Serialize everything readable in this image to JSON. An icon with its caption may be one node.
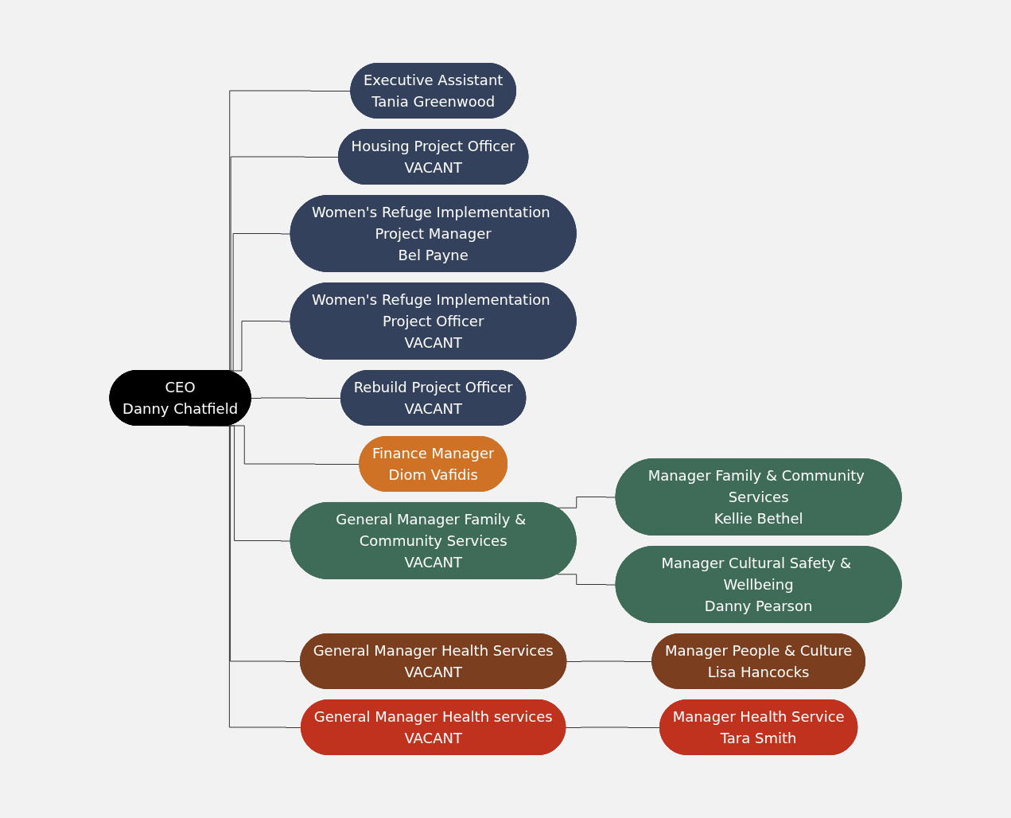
{
  "diagram": {
    "nodes": [
      {
        "text": [
          "CEO",
          "Danny Chatfield"
        ]
      },
      {
        "text": [
          "Executive Assistant",
          "Tania Greenwood"
        ]
      },
      {
        "text": [
          "Housing Project Officer",
          "VACANT"
        ]
      },
      {
        "text": [
          "Women's Refuge Implementation Project Manager",
          "Bel Payne"
        ]
      },
      {
        "text": [
          "Women's Refuge Implementation Project Officer",
          "VACANT"
        ]
      },
      {
        "text": [
          "Rebuild Project Officer",
          "VACANT"
        ]
      },
      {
        "text": [
          "Finance Manager",
          "Diom Vafidis"
        ]
      },
      {
        "text": [
          "General Manager Family & Community Services",
          "VACANT"
        ]
      },
      {
        "text": [
          "General Manager Health Services",
          "VACANT"
        ]
      },
      {
        "text": [
          "General Manager Health services",
          "VACANT"
        ]
      },
      {
        "text": [
          "Manager Family & Community Services",
          "Kellie Bethel"
        ]
      },
      {
        "text": [
          "Manager People & Culture",
          "Lisa Hancocks"
        ]
      },
      {
        "text": [
          "Manager Health Service",
          "Tara Smith"
        ]
      },
      {
        "text": [
          "Manager Cultural Safety & Wellbeing",
          "Danny Pearson"
        ]
      }
    ],
    "edges": [
      {
        "from": 0,
        "to": 1,
        "arrow": "none"
      },
      {
        "from": 0,
        "to": 3,
        "arrow": "none"
      },
      {
        "from": 0,
        "to": 5,
        "arrow": "none"
      },
      {
        "from": 0,
        "to": 2,
        "arrow": "none"
      },
      {
        "from": 0,
        "to": 4,
        "arrow": "none"
      },
      {
        "from": 0,
        "to": 6,
        "arrow": "none"
      },
      {
        "from": 0,
        "to": 7,
        "arrow": "none"
      },
      {
        "from": 0,
        "to": 8,
        "arrow": "none"
      },
      {
        "from": 0,
        "to": 9,
        "arrow": "none"
      },
      {
        "from": 7,
        "to": 10,
        "arrow": "none"
      },
      {
        "from": 7,
        "to": 13,
        "arrow": "none"
      },
      {
        "from": 8,
        "to": 11,
        "arrow": "none"
      },
      {
        "from": 9,
        "to": 12,
        "arrow": "none"
      }
    ]
  }
}
